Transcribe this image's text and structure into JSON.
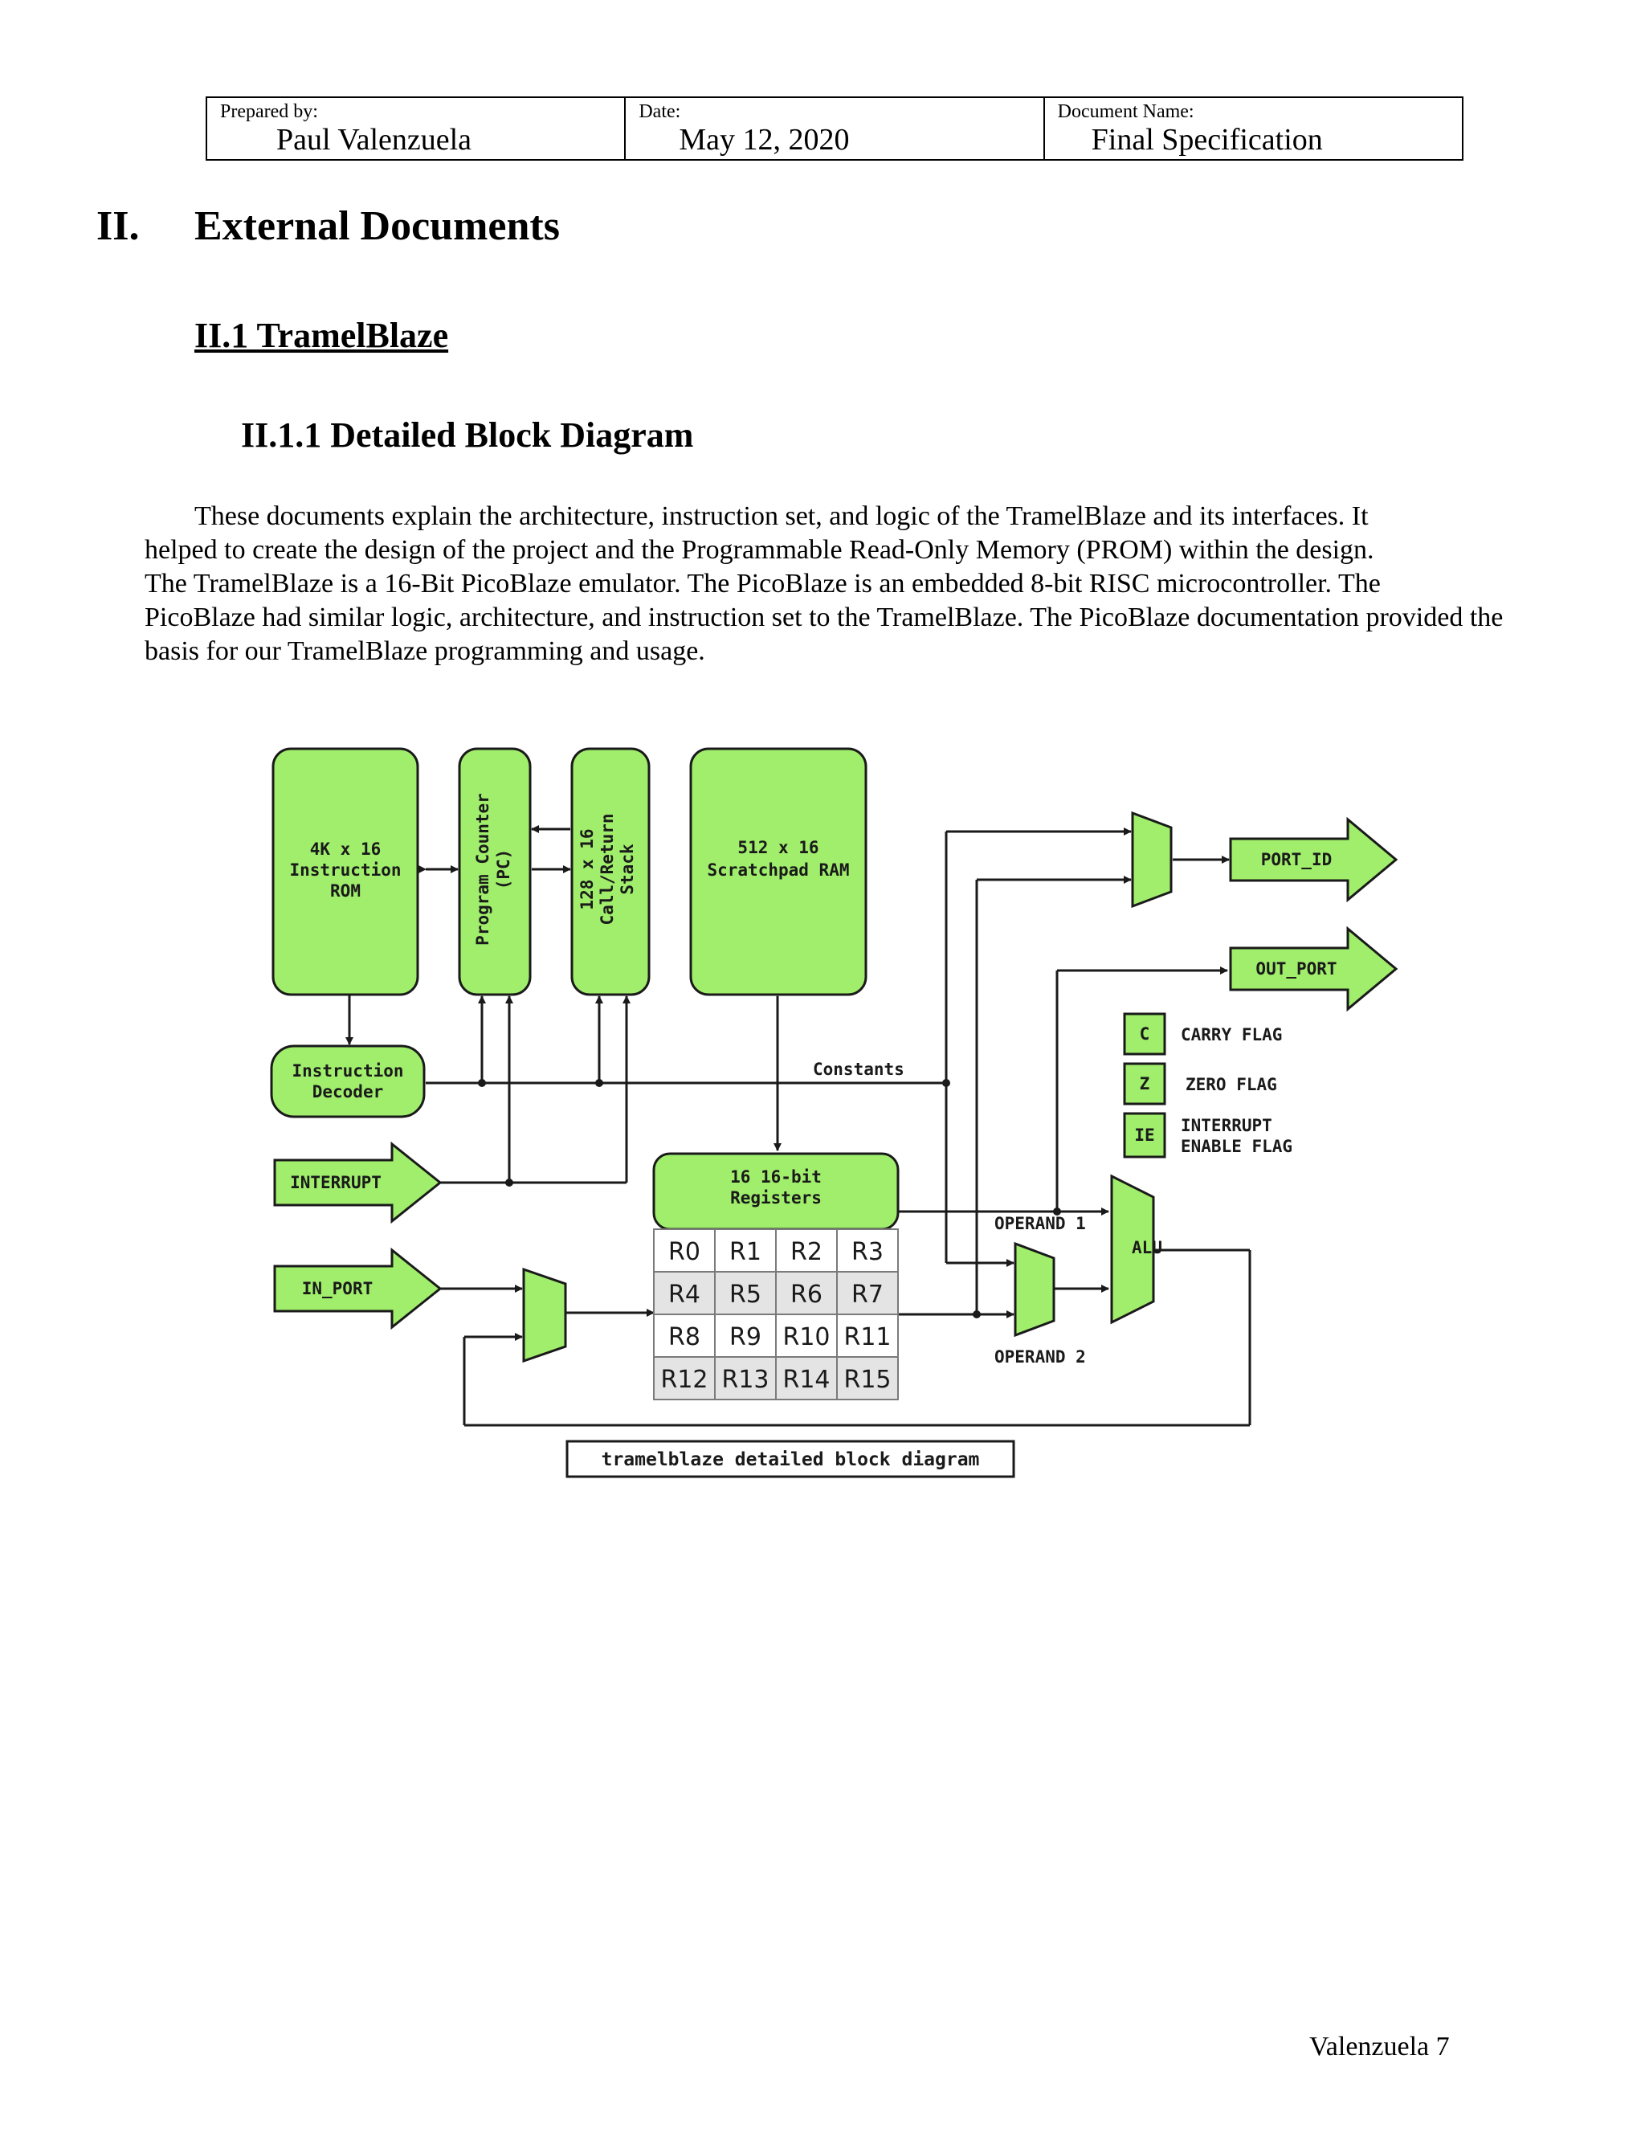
{
  "header": {
    "prepared_by_label": "Prepared by:",
    "prepared_by_value": "Paul Valenzuela",
    "date_label": "Date:",
    "date_value": "May 12, 2020",
    "doc_name_label": "Document Name:",
    "doc_name_value": "Final Specification"
  },
  "section": {
    "number": "II.",
    "title": "External Documents"
  },
  "subsection": {
    "title": "II.1 TramelBlaze "
  },
  "subsubsection": {
    "title": "II.1.1 Detailed Block Diagram"
  },
  "body_lines": [
    "These documents explain the architecture, instruction set, and logic of the TramelBlaze and its interfaces. It",
    "helped to create the design of the project and the Programmable Read-Only Memory (PROM) within the design.",
    "The TramelBlaze is a 16-Bit PicoBlaze emulator. The PicoBlaze is an embedded 8-bit RISC microcontroller.  The",
    "PicoBlaze had similar logic, architecture, and instruction set to the TramelBlaze. The PicoBlaze documentation provided the",
    "basis for our TramelBlaze programming and usage."
  ],
  "diagram": {
    "rom": [
      "4K x 16",
      "Instruction",
      "ROM"
    ],
    "pc": [
      "Program Counter",
      "(PC)"
    ],
    "stack": [
      "128 x 16",
      "Call/Return",
      "Stack"
    ],
    "ram": [
      "512 x 16",
      "Scratchpad RAM"
    ],
    "decoder": [
      "Instruction",
      "Decoder"
    ],
    "constants": "Constants",
    "interrupt": "INTERRUPT",
    "in_port": "IN_PORT",
    "port_id": "PORT_ID",
    "out_port": "OUT_PORT",
    "registers_title": [
      "16 16-bit",
      "Registers"
    ],
    "registers": [
      [
        "R0",
        "R1",
        "R2",
        "R3"
      ],
      [
        "R4",
        "R5",
        "R6",
        "R7"
      ],
      [
        "R8",
        "R9",
        "R10",
        "R11"
      ],
      [
        "R12",
        "R13",
        "R14",
        "R15"
      ]
    ],
    "operand1": "OPERAND 1",
    "operand2": "OPERAND 2",
    "alu": "ALU",
    "flags": [
      {
        "symbol": "C",
        "label": [
          "CARRY FLAG"
        ]
      },
      {
        "symbol": "Z",
        "label": [
          "ZERO FLAG"
        ]
      },
      {
        "symbol": "IE",
        "label": [
          "INTERRUPT",
          "ENABLE FLAG"
        ]
      }
    ],
    "caption": "tramelblaze detailed block diagram",
    "colors": {
      "fill": "#a0ee6c",
      "row_alt": "#e4e4e4",
      "stroke": "#1a1a1a"
    }
  },
  "footer": {
    "page": "Valenzuela 7"
  }
}
